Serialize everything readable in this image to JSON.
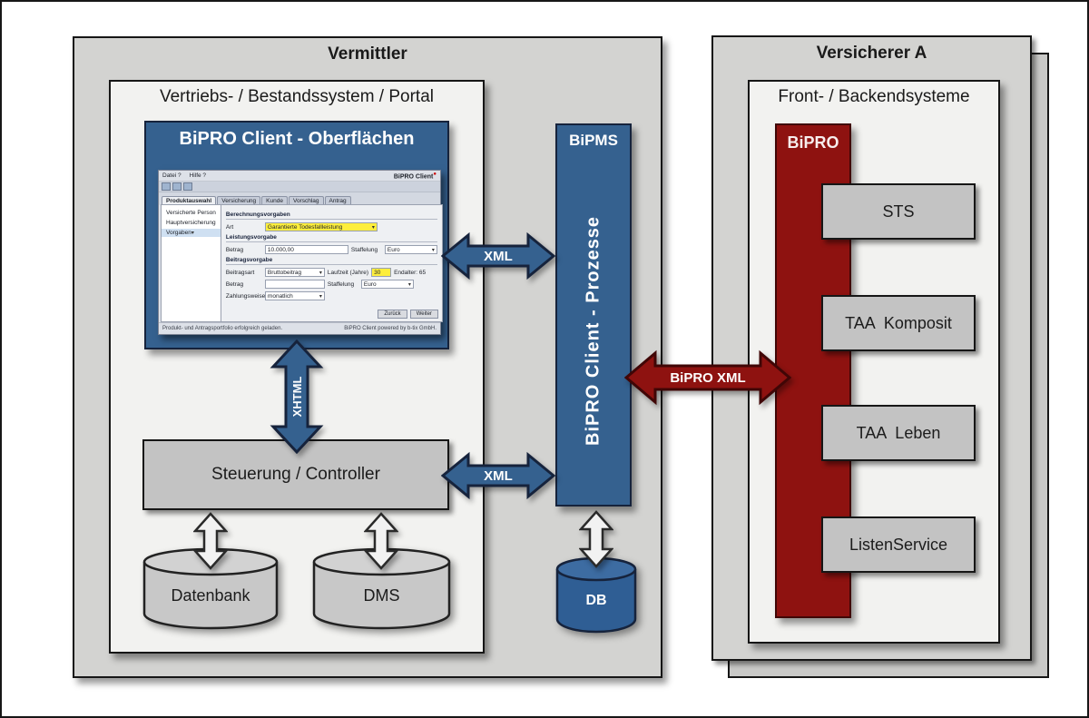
{
  "diagram": {
    "vermittler": {
      "title": "Vermittler"
    },
    "portal": {
      "title": "Vertriebs- / Bestandssystem / Portal"
    },
    "client_box": {
      "title": "BiPRO Client - Oberflächen"
    },
    "controller": {
      "label": "Steuerung / Controller"
    },
    "datenbank": {
      "label": "Datenbank"
    },
    "dms": {
      "label": "DMS"
    },
    "bipms": {
      "title": "BiPMS",
      "process_label": "BiPRO Client - Prozesse",
      "db_label": "DB"
    },
    "versicherer": {
      "title": "Versicherer A"
    },
    "backend": {
      "title": "Front- / Backendsysteme"
    },
    "bipro_bar": {
      "label": "BiPRO"
    },
    "services": [
      {
        "label": "STS"
      },
      {
        "label": "TAA Komposit"
      },
      {
        "label": "TAA Leben"
      },
      {
        "label": "ListenService"
      }
    ],
    "arrows": {
      "xml_top": "XML",
      "xml_bottom": "XML",
      "xhtml": "XHTML",
      "bipro_xml": "BiPRO XML"
    },
    "colors": {
      "blue": "#35618f",
      "blue_border": "#16233c",
      "red": "#8e1210",
      "red_border": "#400606",
      "box_gray": "#c3c3c3",
      "panel_gray": "#d3d3d1",
      "panel_light": "#f2f2f0"
    }
  },
  "app_window": {
    "menu": [
      "Datei ?",
      "Hilfe ?"
    ],
    "title": "BiPRO Client",
    "tabs": [
      "Produktauswahl",
      "Versicherung",
      "Kunde",
      "Vorschlag",
      "Antrag"
    ],
    "nav": [
      "Versicherte Person",
      "Hauptversicherung",
      "Vorgaben"
    ],
    "sections": {
      "berechnung": {
        "title": "Berechnungsvorgaben",
        "art_label": "Art",
        "art_value": "Garantierte Todesfallleistung"
      },
      "leistung": {
        "title": "Leistungsvorgabe",
        "betrag_label": "Betrag",
        "betrag_value": "10.000,00",
        "staffelung_label": "Staffelung",
        "staffelung_value": "Euro"
      },
      "beitrag": {
        "title": "Beitragsvorgabe",
        "beitragsart_label": "Beitragsart",
        "beitragsart_value": "Bruttobeitrag",
        "laufzeit_label": "Laufzeit (Jahre)",
        "laufzeit_value": "30",
        "endalter": "Endalter: 65",
        "betrag_label": "Betrag",
        "betrag_value": "",
        "staffelung_label": "Staffelung",
        "staffelung_value": "Euro",
        "zahlungsweise_label": "Zahlungsweise",
        "zahlungsweise_value": "monatlich"
      }
    },
    "buttons": {
      "back": "Zurück",
      "next": "Weiter"
    },
    "status": {
      "left": "Produkt- und Antragsportfolio erfolgreich geladen.",
      "right": "BiPRO Client powered by b-tix GmbH."
    }
  }
}
